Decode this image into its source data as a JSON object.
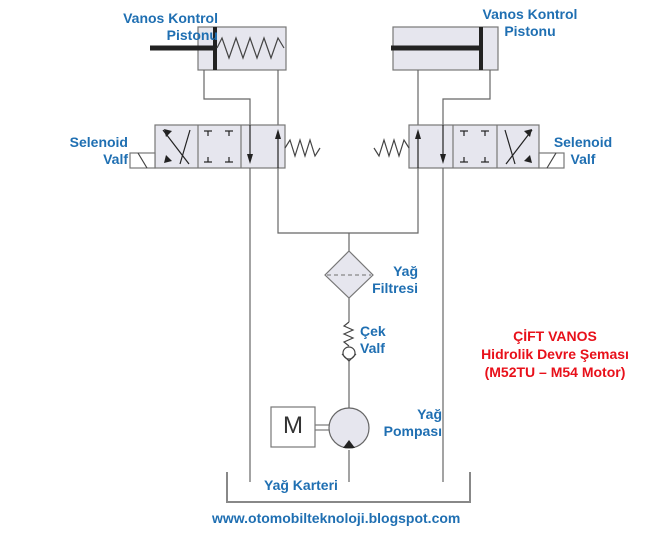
{
  "diagram": {
    "title": {
      "line1": "ÇİFT VANOS",
      "line2": "Hidrolik Devre Şeması",
      "line3": "(M52TU – M54 Motor)",
      "color": "#e8101a"
    },
    "label_color": "#1f6fb2",
    "labels": {
      "piston_left": {
        "line1": "Vanos Kontrol",
        "line2": "Pistonu"
      },
      "piston_right": {
        "line1": "Vanos Kontrol",
        "line2": "Pistonu"
      },
      "solenoid_left": {
        "line1": "Selenoid",
        "line2": "Valf"
      },
      "solenoid_right": {
        "line1": "Selenoid",
        "line2": "Valf"
      },
      "filter": {
        "line1": "Yağ",
        "line2": "Filtresi"
      },
      "check_valve": {
        "line1": "Çek",
        "line2": "Valf"
      },
      "pump": {
        "line1": "Yağ",
        "line2": "Pompası"
      },
      "motor": "M",
      "reservoir": "Yağ Karteri"
    },
    "website": "www.otomobilteknoloji.blogspot.com"
  }
}
